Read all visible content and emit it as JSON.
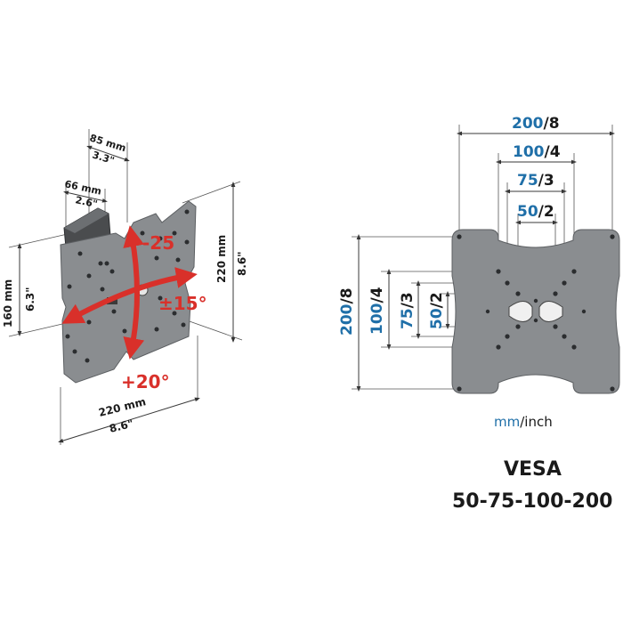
{
  "left_figure": {
    "depth_top_mm": "85 mm",
    "depth_top_in": "3.3\"",
    "depth_min_mm": "66 mm",
    "depth_min_in": "2.6\"",
    "height_mm": "220 mm",
    "height_in": "8.6\"",
    "height_left_mm": "160 mm",
    "height_left_in": "6.3\"",
    "width_mm": "220 mm",
    "width_in": "8.6\"",
    "tilt_up": "-25",
    "tilt_down": "+20°",
    "swivel": "±15°",
    "colors": {
      "arrow": "#d9302a",
      "plate": "#8a8d90"
    }
  },
  "right_figure": {
    "dim_200_h": {
      "num": "200",
      "unit": "/8"
    },
    "dim_100_h": {
      "num": "100",
      "unit": "/4"
    },
    "dim_75_h": {
      "num": "75",
      "unit": "/3"
    },
    "dim_50_h": {
      "num": "50",
      "unit": "/2"
    },
    "dim_200_v": {
      "num": "200",
      "unit": "/8"
    },
    "dim_100_v": {
      "num": "100",
      "unit": "/4"
    },
    "dim_75_v": {
      "num": "75",
      "unit": "/3"
    },
    "dim_50_v": {
      "num": "50",
      "unit": "/2"
    },
    "units_caption": {
      "mm": "mm",
      "sep": "/",
      "inch": "inch"
    },
    "colors": {
      "metric": "#1f6fa8",
      "plate": "#8a8d90"
    }
  },
  "vesa": {
    "title": "VESA",
    "sizes": "50-75-100-200"
  }
}
